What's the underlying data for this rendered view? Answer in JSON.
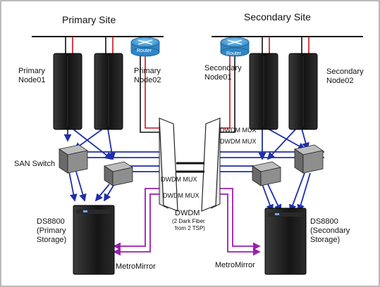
{
  "sites": {
    "primary": {
      "title": "Primary Site",
      "node1": [
        "Primary",
        "Node01"
      ],
      "node2": [
        "Primary",
        "Node02"
      ],
      "switch_label": "SAN Switch",
      "storage": [
        "DS8800",
        "(Primary",
        "Storage)"
      ],
      "router_label": "Router",
      "mirror_label": "MetroMirror"
    },
    "secondary": {
      "title": "Secondary Site",
      "node1": [
        "Secondary",
        "Node01"
      ],
      "node2": [
        "Secondary",
        "Node02"
      ],
      "storage": [
        "DS8800",
        "(Secondary",
        "Storage)"
      ],
      "router_label": "Router",
      "mirror_label": "MetroMirror"
    }
  },
  "mux": {
    "left_top": "DWDM MUX",
    "left_bottom": "DWDM MUX",
    "right_top": "DWDM MUX",
    "right_bottom": "DWDM MUX"
  },
  "dwdm": {
    "title": "DWDM",
    "sub": [
      "(2 Dark Fiber",
      "from 2 TSP)"
    ]
  },
  "colors": {
    "fc_link": "#1f2fa8",
    "mirror_link": "#9b1fb0",
    "ip_link": "#c8141c",
    "router": "#4aa0d8",
    "server": "#1b1b1b"
  }
}
